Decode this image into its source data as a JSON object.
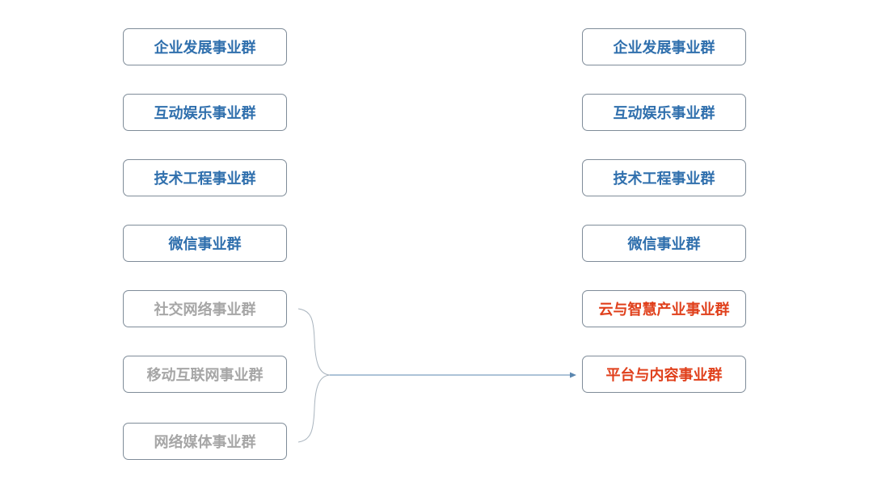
{
  "left": [
    {
      "label": "企业发展事业群",
      "status": "kept"
    },
    {
      "label": "互动娱乐事业群",
      "status": "kept"
    },
    {
      "label": "技术工程事业群",
      "status": "kept"
    },
    {
      "label": "微信事业群",
      "status": "kept"
    },
    {
      "label": "社交网络事业群",
      "status": "merged"
    },
    {
      "label": "移动互联网事业群",
      "status": "merged"
    },
    {
      "label": "网络媒体事业群",
      "status": "merged"
    }
  ],
  "right": [
    {
      "label": "企业发展事业群",
      "status": "kept"
    },
    {
      "label": "互动娱乐事业群",
      "status": "kept"
    },
    {
      "label": "技术工程事业群",
      "status": "kept"
    },
    {
      "label": "微信事业群",
      "status": "kept"
    },
    {
      "label": "云与智慧产业事业群",
      "status": "new"
    },
    {
      "label": "平台与内容事业群",
      "status": "new"
    }
  ],
  "colors": {
    "kept": "#2f6fad",
    "merged": "#a6a6a6",
    "new": "#e0401c",
    "border": "#7f8c99",
    "connector": "#5b87b0"
  }
}
